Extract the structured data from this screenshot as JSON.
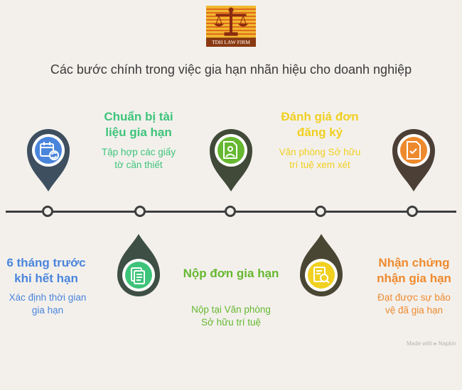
{
  "logo": {
    "text": "TDH LAW FIRM"
  },
  "subtitle": "Các bước chính trong việc gia hạn nhãn hiệu cho doanh nghiệp",
  "steps": [
    {
      "title_l1": "6 tháng trước",
      "title_l2": "khi hết hạn",
      "desc_l1": "Xác định thời gian",
      "desc_l2": "gia hạn",
      "color": "#4a85dc",
      "pin_color": "#3e4f5f",
      "icon": "calendar-refresh-icon"
    },
    {
      "title_l1": "Chuẩn bị tài",
      "title_l2": "liệu gia hạn",
      "desc_l1": "Tập hợp các giấy",
      "desc_l2": "tờ cần thiết",
      "color": "#3ec47a",
      "pin_color": "#3e4f45",
      "icon": "document-checklist-icon"
    },
    {
      "title_l1": "Nộp đơn gia hạn",
      "title_l2": "",
      "desc_l1": "Nộp tại Văn phòng",
      "desc_l2": "Sở hữu trí tuệ",
      "color": "#66b830",
      "pin_color": "#414a38",
      "icon": "form-submission-icon"
    },
    {
      "title_l1": "Đánh giá đơn",
      "title_l2": "đăng ký",
      "desc_l1": "Văn phòng Sở hữu",
      "desc_l2": "trí tuệ xem xét",
      "color": "#f0d020",
      "pin_color": "#4a4634",
      "icon": "document-search-icon"
    },
    {
      "title_l1": "Nhận chứng",
      "title_l2": "nhận gia hạn",
      "desc_l1": "Đạt được sự bảo",
      "desc_l2": "vệ đã gia hạn",
      "color": "#ee8a2e",
      "pin_color": "#4c3f35",
      "icon": "certificate-icon"
    }
  ],
  "credit": "Made with ▸ Napkin"
}
